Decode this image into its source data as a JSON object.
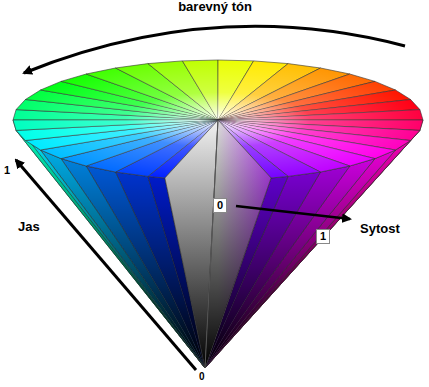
{
  "diagram": {
    "labels": [
      "barevný tón",
      "1",
      "0",
      "Sytost",
      "Jas",
      "1",
      "0"
    ]
  }
}
